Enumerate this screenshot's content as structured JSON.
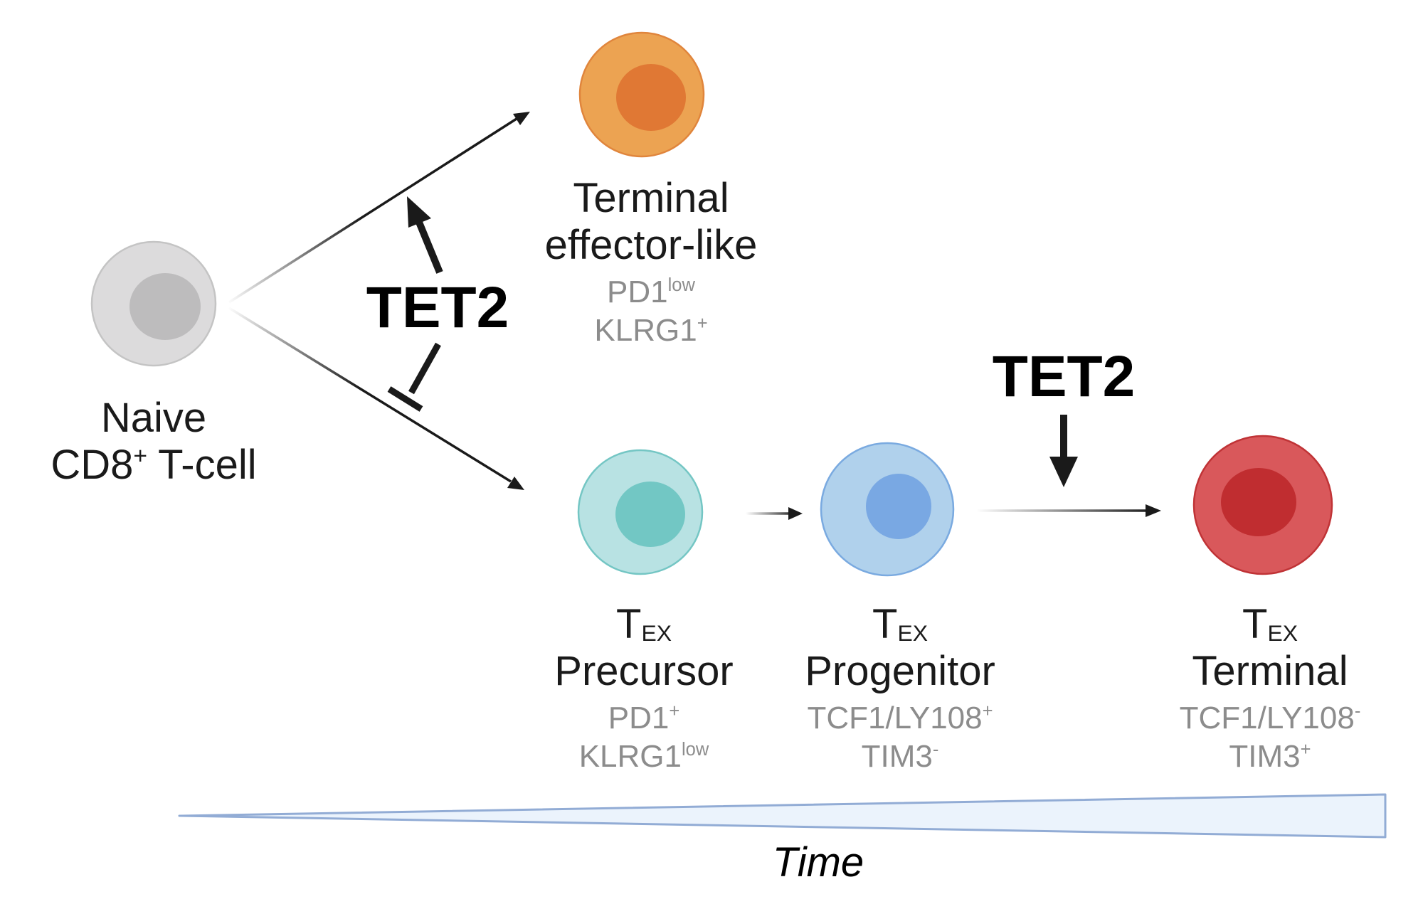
{
  "colors": {
    "naive": {
      "fill": "#dcdbdc",
      "stroke": "#c4c4c4",
      "nucleus": "#bdbcbd"
    },
    "effector": {
      "fill": "#eca352",
      "stroke": "#e0853c",
      "nucleus": "#e07834"
    },
    "precursor": {
      "fill": "#b8e2e3",
      "stroke": "#74c6c4",
      "nucleus": "#72c7c4"
    },
    "progenitor": {
      "fill": "#b0d1ec",
      "stroke": "#7aaae0",
      "nucleus": "#79a8e3"
    },
    "terminal": {
      "fill": "#d9585b",
      "stroke": "#c03336",
      "nucleus": "#c02d30"
    },
    "arrow": "#1a1a1a",
    "time_fill": "#ebf3fc",
    "time_stroke": "#92acd5"
  },
  "cells": {
    "naive": {
      "name_line1": "Naive",
      "name_line2_prefix": "CD8",
      "name_line2_sup": "+",
      "name_line2_suffix": " T-cell"
    },
    "effector": {
      "name_line1": "Terminal",
      "name_line2": "effector-like",
      "marker1": "PD1",
      "marker1_sup": "low",
      "marker2": "KLRG1",
      "marker2_sup": "+"
    },
    "precursor": {
      "t_main": "T",
      "t_sub": "EX",
      "name": "Precursor",
      "marker1": "PD1",
      "marker1_sup": "+",
      "marker2": "KLRG1",
      "marker2_sup": "low"
    },
    "progenitor": {
      "t_main": "T",
      "t_sub": "EX",
      "name": "Progenitor",
      "marker1": "TCF1/LY108",
      "marker1_sup": "+",
      "marker2": "TIM3",
      "marker2_sup": "-"
    },
    "terminal": {
      "t_main": "T",
      "t_sub": "EX",
      "name": "Terminal",
      "marker1": "TCF1/LY108",
      "marker1_sup": "-",
      "marker2": "TIM3",
      "marker2_sup": "+"
    }
  },
  "regulators": {
    "branch": "TET2",
    "terminal": "TET2"
  },
  "time_axis": {
    "label": "Time"
  }
}
